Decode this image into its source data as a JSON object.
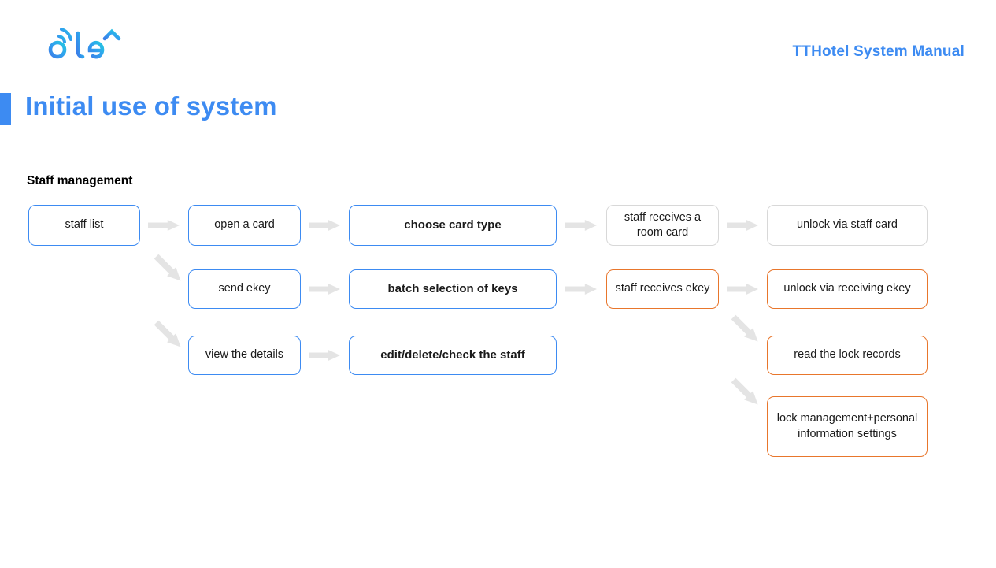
{
  "header": {
    "logo_text": "Hotel",
    "logo_icon": "hotel-wifi-roof-logo",
    "manual_title": "TTHotel System Manual",
    "brand_color": "#3d8bf2"
  },
  "page": {
    "title": "Initial use of system",
    "accent_color": "#3d8bf2",
    "section_label": "Staff management"
  },
  "flow": {
    "row1": [
      {
        "label": "staff list",
        "style": "blue",
        "bold": false
      },
      {
        "label": "open a card",
        "style": "blue",
        "bold": false
      },
      {
        "label": "choose card type",
        "style": "blue",
        "bold": true
      },
      {
        "label": "staff receives a room card",
        "style": "gray",
        "bold": false
      },
      {
        "label": "unlock via staff card",
        "style": "gray",
        "bold": false
      }
    ],
    "row2": [
      {
        "label": "send ekey",
        "style": "blue",
        "bold": false
      },
      {
        "label": "batch selection of keys",
        "style": "blue",
        "bold": true
      },
      {
        "label": "staff receives ekey",
        "style": "orange",
        "bold": false
      },
      {
        "label": "unlock via receiving ekey",
        "style": "orange",
        "bold": false
      }
    ],
    "row3": [
      {
        "label": "view the details",
        "style": "blue",
        "bold": false
      },
      {
        "label": "edit/delete/check the staff",
        "style": "blue",
        "bold": true
      }
    ],
    "branch": [
      {
        "label": "read the lock records",
        "style": "orange",
        "bold": false
      },
      {
        "label": "lock management+personal information settings",
        "style": "orange",
        "bold": false
      }
    ],
    "colors": {
      "blue_border": "#3d8bf2",
      "gray_border": "#d8d8d8",
      "orange_border": "#e8762c",
      "arrow": "#e4e4e4"
    }
  }
}
